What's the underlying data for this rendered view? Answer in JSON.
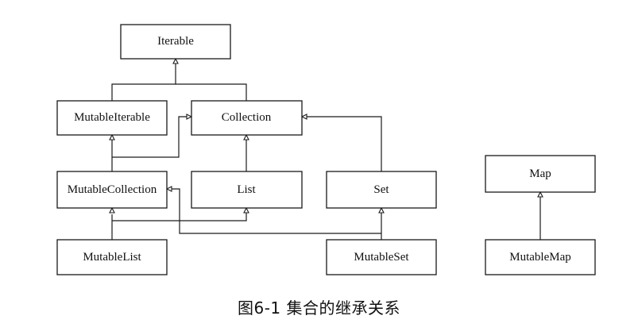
{
  "caption": "图6-1 集合的继承关系",
  "nodes": {
    "iterable": "Iterable",
    "mutable_iterable": "MutableIterable",
    "collection": "Collection",
    "mutable_collection": "MutableCollection",
    "list": "List",
    "set": "Set",
    "mutable_list": "MutableList",
    "mutable_set": "MutableSet",
    "map": "Map",
    "mutable_map": "MutableMap"
  },
  "edges": [
    {
      "from": "mutable_iterable",
      "to": "iterable"
    },
    {
      "from": "collection",
      "to": "iterable"
    },
    {
      "from": "mutable_collection",
      "to": "mutable_iterable"
    },
    {
      "from": "mutable_collection",
      "to": "collection"
    },
    {
      "from": "list",
      "to": "collection"
    },
    {
      "from": "set",
      "to": "collection"
    },
    {
      "from": "mutable_list",
      "to": "mutable_collection"
    },
    {
      "from": "mutable_list",
      "to": "list"
    },
    {
      "from": "mutable_set",
      "to": "set"
    },
    {
      "from": "mutable_set",
      "to": "mutable_collection"
    },
    {
      "from": "mutable_map",
      "to": "map"
    }
  ]
}
